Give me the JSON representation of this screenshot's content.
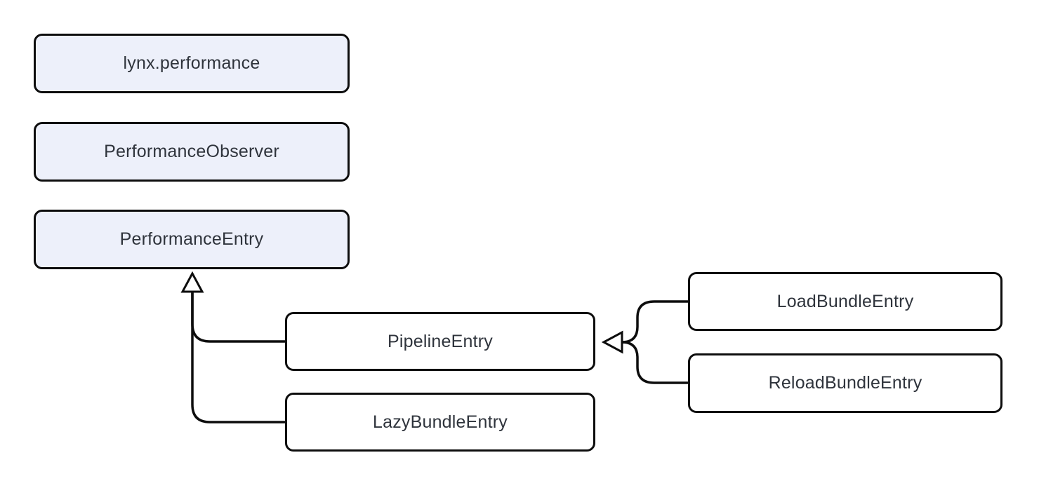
{
  "diagram": {
    "type": "class-inheritance-diagram",
    "nodes": [
      {
        "id": "lynx-performance",
        "label": "lynx.performance",
        "variant": "highlight"
      },
      {
        "id": "performance-observer",
        "label": "PerformanceObserver",
        "variant": "highlight"
      },
      {
        "id": "performance-entry",
        "label": "PerformanceEntry",
        "variant": "highlight"
      },
      {
        "id": "pipeline-entry",
        "label": "PipelineEntry",
        "variant": "plain"
      },
      {
        "id": "lazy-bundle-entry",
        "label": "LazyBundleEntry",
        "variant": "plain"
      },
      {
        "id": "load-bundle-entry",
        "label": "LoadBundleEntry",
        "variant": "plain"
      },
      {
        "id": "reload-bundle-entry",
        "label": "ReloadBundleEntry",
        "variant": "plain"
      }
    ],
    "edges": [
      {
        "from": "pipeline-entry",
        "to": "performance-entry",
        "type": "inheritance",
        "arrowhead": "hollow-triangle"
      },
      {
        "from": "lazy-bundle-entry",
        "to": "performance-entry",
        "type": "inheritance",
        "arrowhead": "hollow-triangle"
      },
      {
        "from": "load-bundle-entry",
        "to": "pipeline-entry",
        "type": "inheritance",
        "arrowhead": "hollow-triangle"
      },
      {
        "from": "reload-bundle-entry",
        "to": "pipeline-entry",
        "type": "inheritance",
        "arrowhead": "hollow-triangle"
      }
    ],
    "colors": {
      "background": "#FFFFFF",
      "node_fill_highlight": "#EDF0FA",
      "node_fill_plain": "#FFFFFF",
      "node_border": "#0D0D0D",
      "node_text": "#2F343C",
      "edge_stroke": "#0D0D0D",
      "arrowhead_fill": "#FFFFFF"
    }
  }
}
